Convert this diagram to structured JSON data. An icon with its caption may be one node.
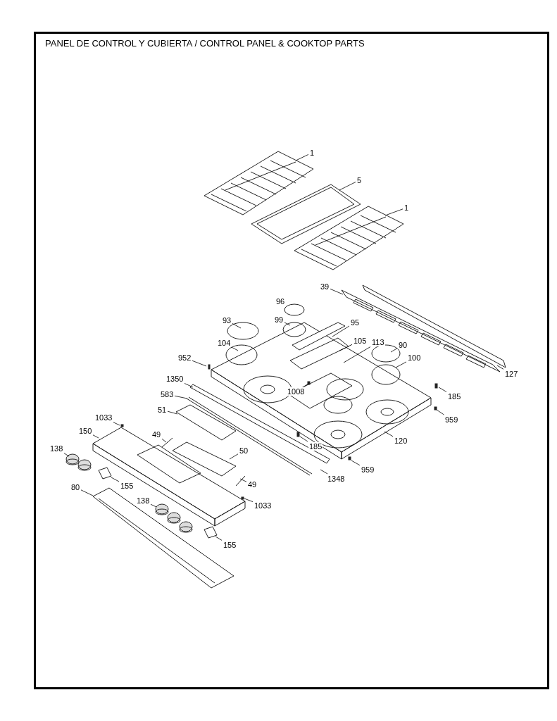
{
  "diagram": {
    "title": "PANEL DE CONTROL Y CUBIERTA / CONTROL PANEL & COOKTOP PARTS",
    "nodes": [
      {
        "text": [
          "1"
        ]
      },
      {
        "text": [
          "5"
        ]
      },
      {
        "text": [
          "1"
        ]
      },
      {
        "text": [
          "39"
        ]
      },
      {
        "text": [
          "93"
        ]
      },
      {
        "text": [
          "99"
        ]
      },
      {
        "text": [
          "95"
        ]
      },
      {
        "text": [
          "104"
        ]
      },
      {
        "text": [
          "105"
        ]
      },
      {
        "text": [
          "113"
        ]
      },
      {
        "text": [
          "90"
        ]
      },
      {
        "text": [
          "100"
        ]
      },
      {
        "text": [
          "952"
        ]
      },
      {
        "text": [
          "127"
        ]
      },
      {
        "text": [
          "1350"
        ]
      },
      {
        "text": [
          "1008"
        ]
      },
      {
        "text": [
          "185"
        ]
      },
      {
        "text": [
          "583"
        ]
      },
      {
        "text": [
          "959"
        ]
      },
      {
        "text": [
          "51"
        ]
      },
      {
        "text": [
          "1033"
        ]
      },
      {
        "text": [
          "150"
        ]
      },
      {
        "text": [
          "49"
        ]
      },
      {
        "text": [
          "185"
        ]
      },
      {
        "text": [
          "120"
        ]
      },
      {
        "text": [
          "50"
        ]
      },
      {
        "text": [
          "138"
        ]
      },
      {
        "text": [
          "959"
        ]
      },
      {
        "text": [
          "1348"
        ]
      },
      {
        "text": [
          "155"
        ]
      },
      {
        "text": [
          "49"
        ]
      },
      {
        "text": [
          "80"
        ]
      },
      {
        "text": [
          "1033"
        ]
      },
      {
        "text": [
          "138"
        ]
      },
      {
        "text": [
          "155"
        ]
      }
    ],
    "edges": [
      {
        "from": 0,
        "to": null,
        "arrow": "none"
      },
      {
        "from": 1,
        "to": null,
        "arrow": "none"
      },
      {
        "from": 2,
        "to": null,
        "arrow": "none"
      },
      {
        "from": 3,
        "to": null,
        "arrow": "none"
      },
      {
        "from": 4,
        "to": null,
        "arrow": "none"
      },
      {
        "from": 5,
        "to": null,
        "arrow": "none"
      },
      {
        "from": 6,
        "to": null,
        "arrow": "none"
      },
      {
        "from": 7,
        "to": null,
        "arrow": "none"
      },
      {
        "from": 8,
        "to": null,
        "arrow": "none"
      },
      {
        "from": 9,
        "to": null,
        "arrow": "none"
      },
      {
        "from": 10,
        "to": null,
        "arrow": "none"
      },
      {
        "from": 11,
        "to": null,
        "arrow": "none"
      },
      {
        "from": 12,
        "to": null,
        "arrow": "none"
      },
      {
        "from": 13,
        "to": null,
        "arrow": "none"
      },
      {
        "from": 14,
        "to": null,
        "arrow": "none"
      },
      {
        "from": 15,
        "to": null,
        "arrow": "none"
      },
      {
        "from": 16,
        "to": null,
        "arrow": "none"
      },
      {
        "from": 17,
        "to": null,
        "arrow": "none"
      },
      {
        "from": 18,
        "to": null,
        "arrow": "none"
      },
      {
        "from": 19,
        "to": null,
        "arrow": "none"
      },
      {
        "from": 20,
        "to": null,
        "arrow": "none"
      },
      {
        "from": 21,
        "to": null,
        "arrow": "none"
      },
      {
        "from": 22,
        "to": null,
        "arrow": "none"
      },
      {
        "from": 23,
        "to": null,
        "arrow": "none"
      },
      {
        "from": 24,
        "to": null,
        "arrow": "none"
      },
      {
        "from": 25,
        "to": null,
        "arrow": "none"
      },
      {
        "from": 26,
        "to": null,
        "arrow": "none"
      },
      {
        "from": 27,
        "to": null,
        "arrow": "none"
      },
      {
        "from": 28,
        "to": null,
        "arrow": "none"
      },
      {
        "from": 29,
        "to": null,
        "arrow": "none"
      },
      {
        "from": 30,
        "to": null,
        "arrow": "none"
      },
      {
        "from": 31,
        "to": null,
        "arrow": "none"
      },
      {
        "from": 32,
        "to": null,
        "arrow": "none"
      },
      {
        "from": 33,
        "to": null,
        "arrow": "none"
      },
      {
        "from": 34,
        "to": null,
        "arrow": "none"
      }
    ],
    "labels": [
      "96"
    ]
  }
}
